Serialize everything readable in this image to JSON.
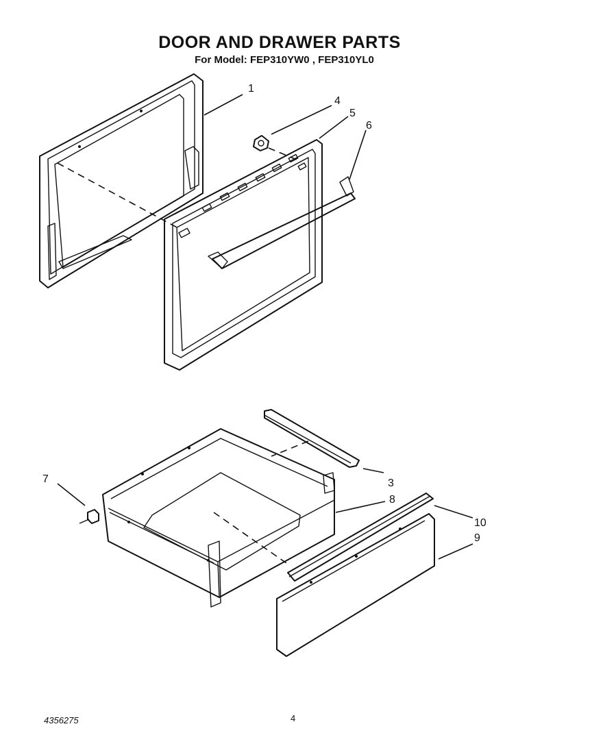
{
  "header": {
    "title": "DOOR AND DRAWER PARTS",
    "subtitle": "For Model: FEP310YW0 , FEP310YL0"
  },
  "callouts": [
    {
      "id": "1",
      "label": "1"
    },
    {
      "id": "3",
      "label": "3"
    },
    {
      "id": "4",
      "label": "4"
    },
    {
      "id": "5",
      "label": "5"
    },
    {
      "id": "6",
      "label": "6"
    },
    {
      "id": "7",
      "label": "7"
    },
    {
      "id": "8",
      "label": "8"
    },
    {
      "id": "9",
      "label": "9"
    },
    {
      "id": "10",
      "label": "10"
    }
  ],
  "footer": {
    "part_number": "4356275",
    "page_number": "4"
  }
}
